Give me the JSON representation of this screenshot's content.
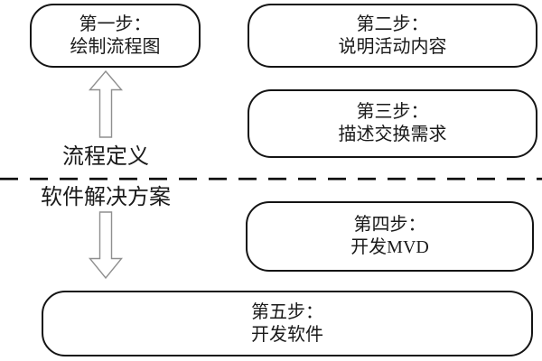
{
  "boxes": {
    "step1": {
      "line1": "第一步：",
      "line2": "绘制流程图"
    },
    "step2": {
      "line1": "第二步：",
      "line2": "说明活动内容"
    },
    "step3": {
      "line1": "第三步：",
      "line2": "描述交换需求"
    },
    "step4": {
      "line1": "第四步：",
      "line2": "开发MVD"
    },
    "step5": {
      "line1": "第五步：",
      "line2": "开发软件"
    }
  },
  "labels": {
    "process_definition": "流程定义",
    "software_solution": "软件解决方案"
  },
  "icons": {
    "up_arrow": "hollow-up-arrow",
    "down_arrow": "hollow-down-arrow",
    "divider": "dashed-horizontal-line"
  },
  "colors": {
    "box_stroke": "#141414",
    "arrow_stroke": "#8f8f8f",
    "divider_stroke": "#000000",
    "text": "#1a1a1a",
    "background": "#ffffff"
  }
}
